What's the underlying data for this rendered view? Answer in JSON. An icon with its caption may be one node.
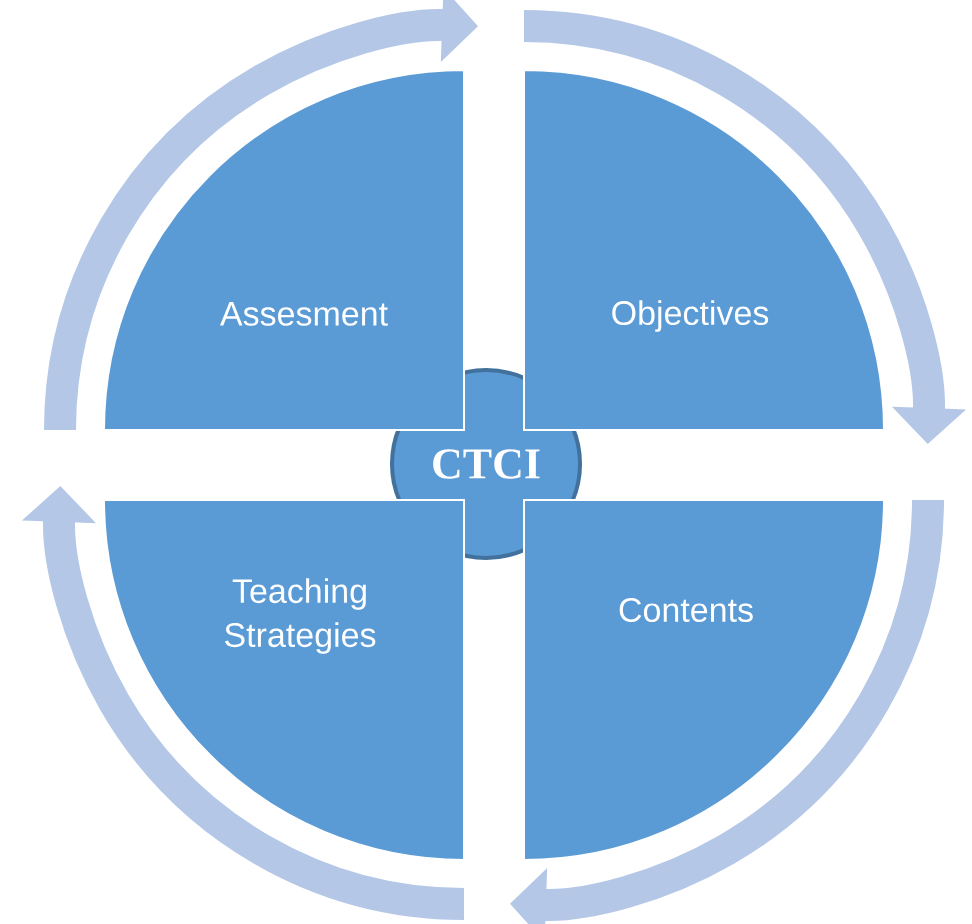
{
  "diagram": {
    "nodes": [
      {
        "text": [
          "CTCI"
        ]
      },
      {
        "text": [
          "Assesment"
        ]
      },
      {
        "text": [
          "Objectives"
        ]
      },
      {
        "text": [
          "Contents"
        ]
      },
      {
        "text": [
          "Teaching Strategies"
        ]
      }
    ]
  }
}
